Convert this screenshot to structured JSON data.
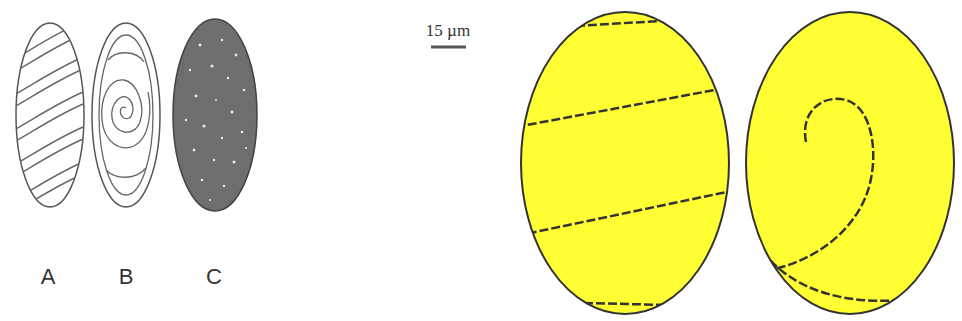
{
  "diagram": {
    "labels": [
      "A",
      "B",
      "C",
      "15 µm"
    ]
  }
}
